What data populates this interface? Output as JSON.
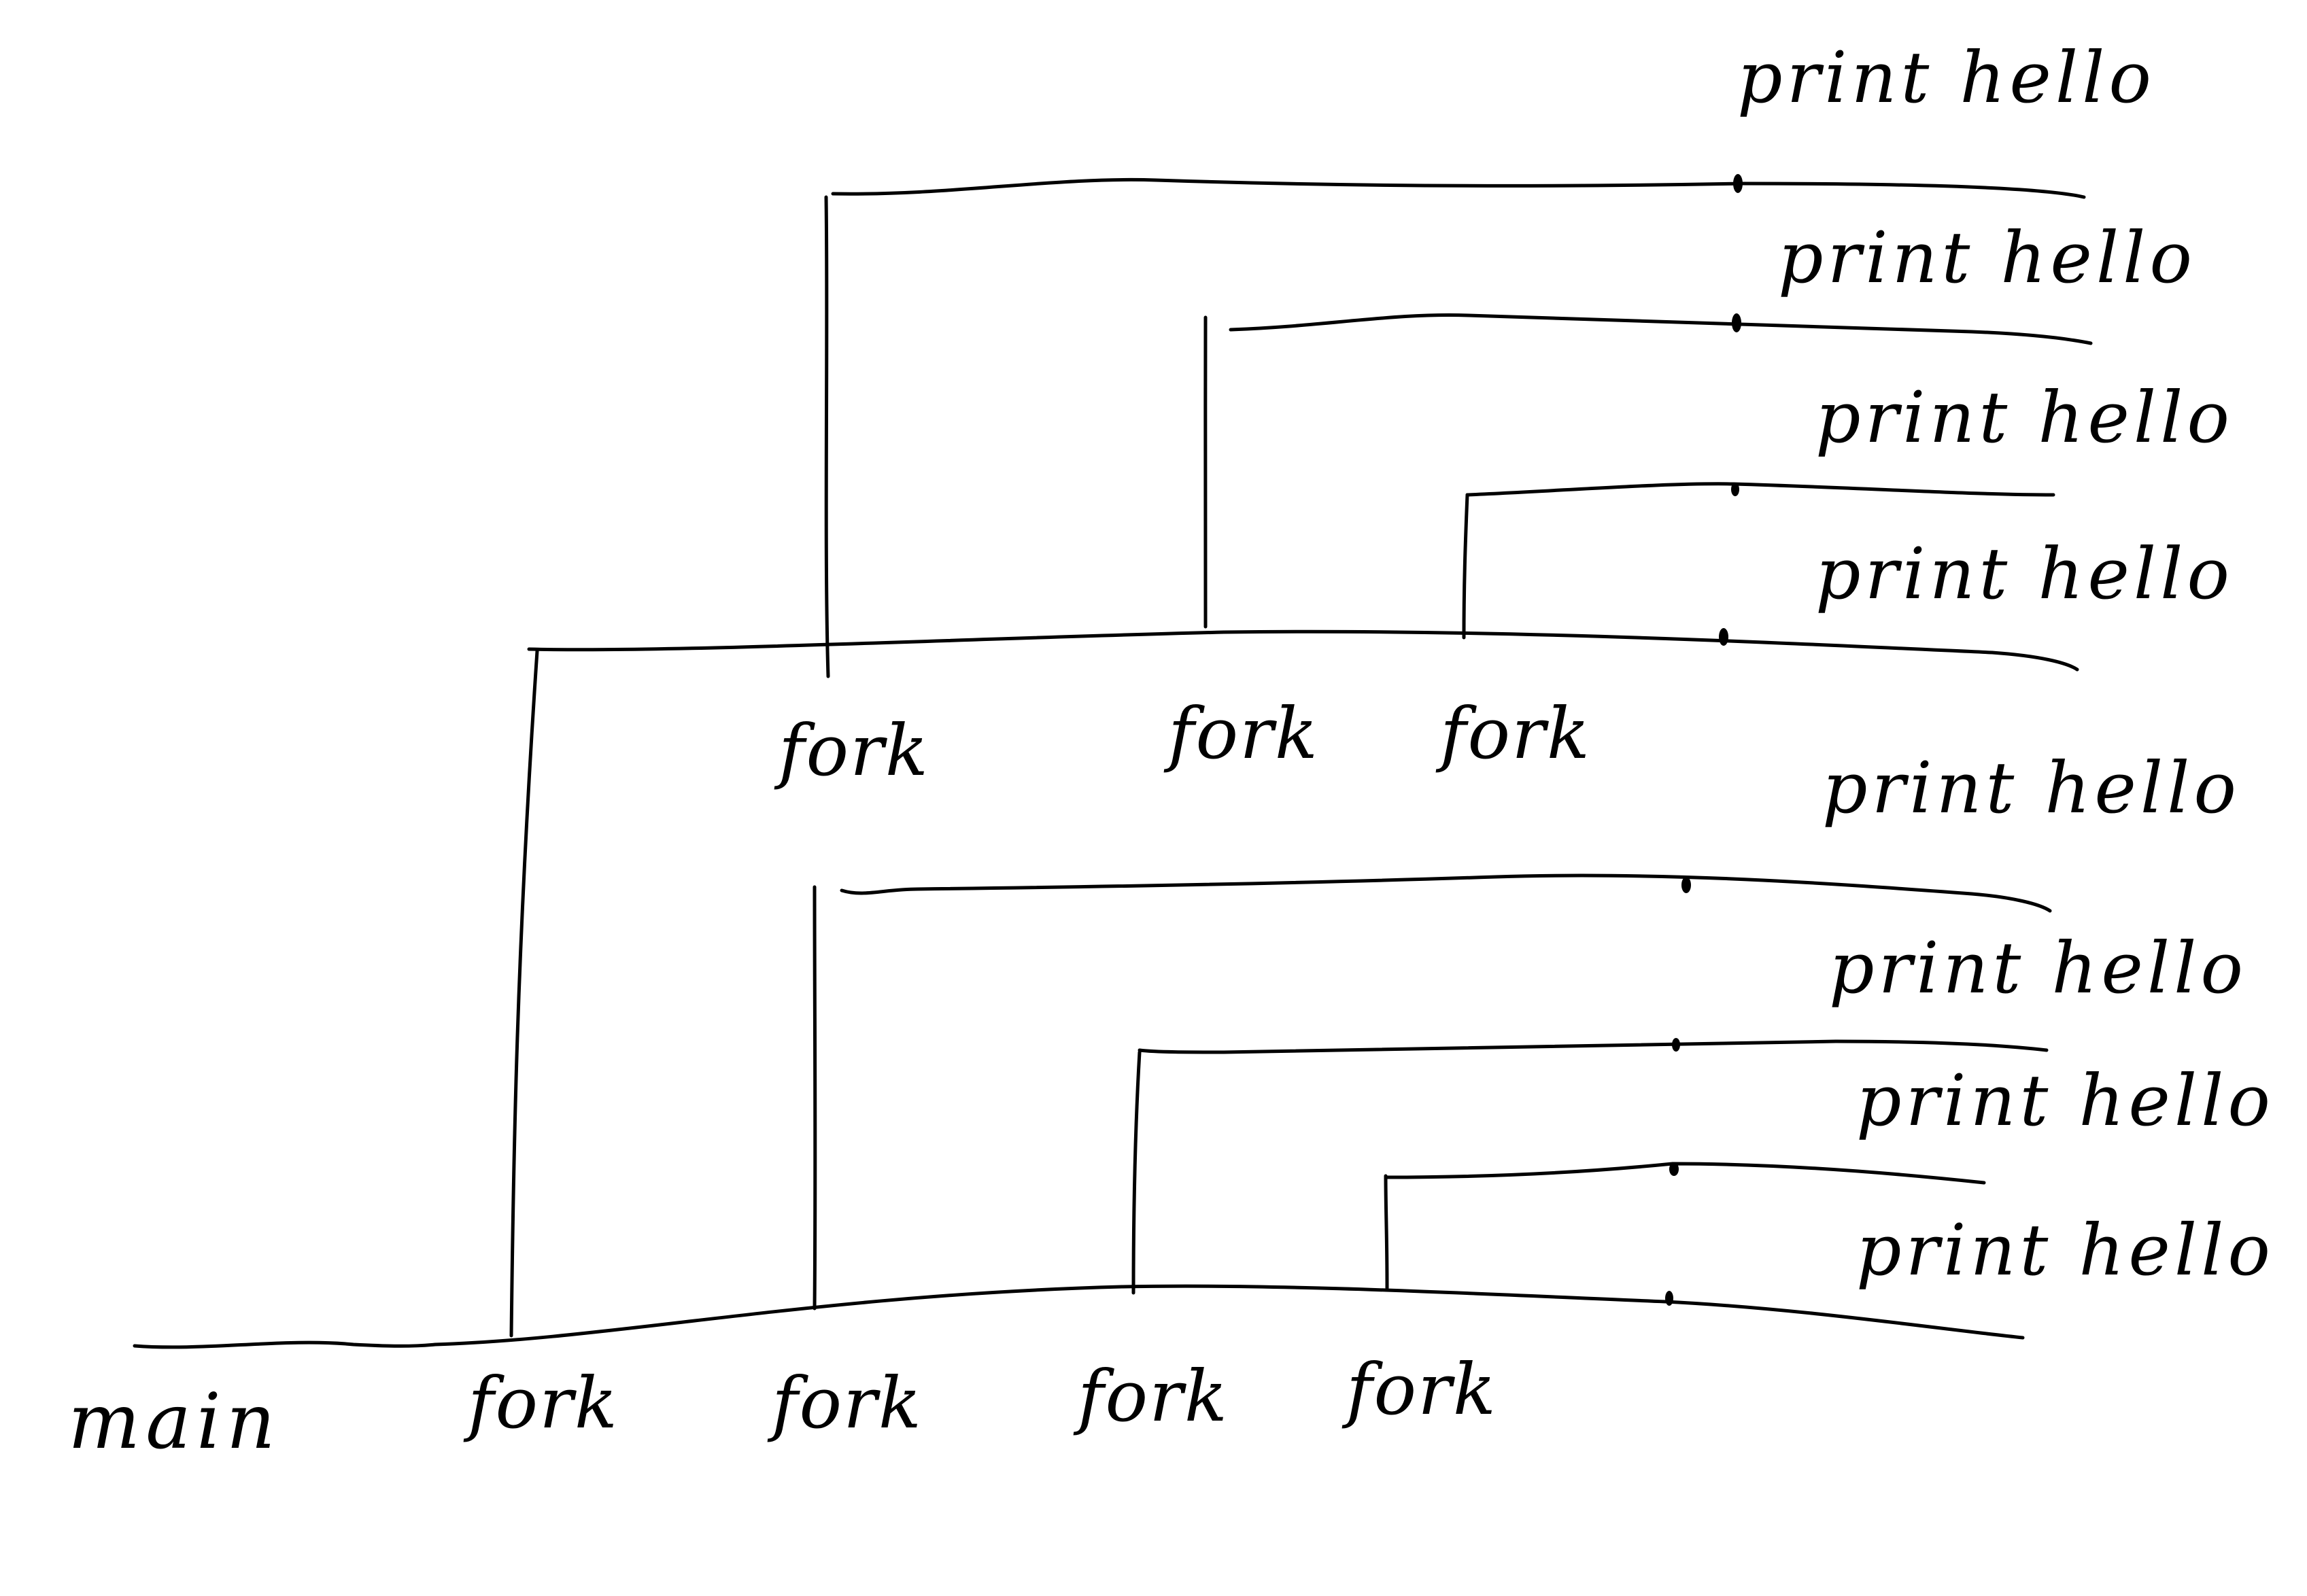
{
  "diagram": {
    "main_label": "main",
    "fork_label": "fork",
    "print_label": "print hello",
    "colors": {
      "ink": "#000000",
      "background": "#ffffff"
    }
  }
}
